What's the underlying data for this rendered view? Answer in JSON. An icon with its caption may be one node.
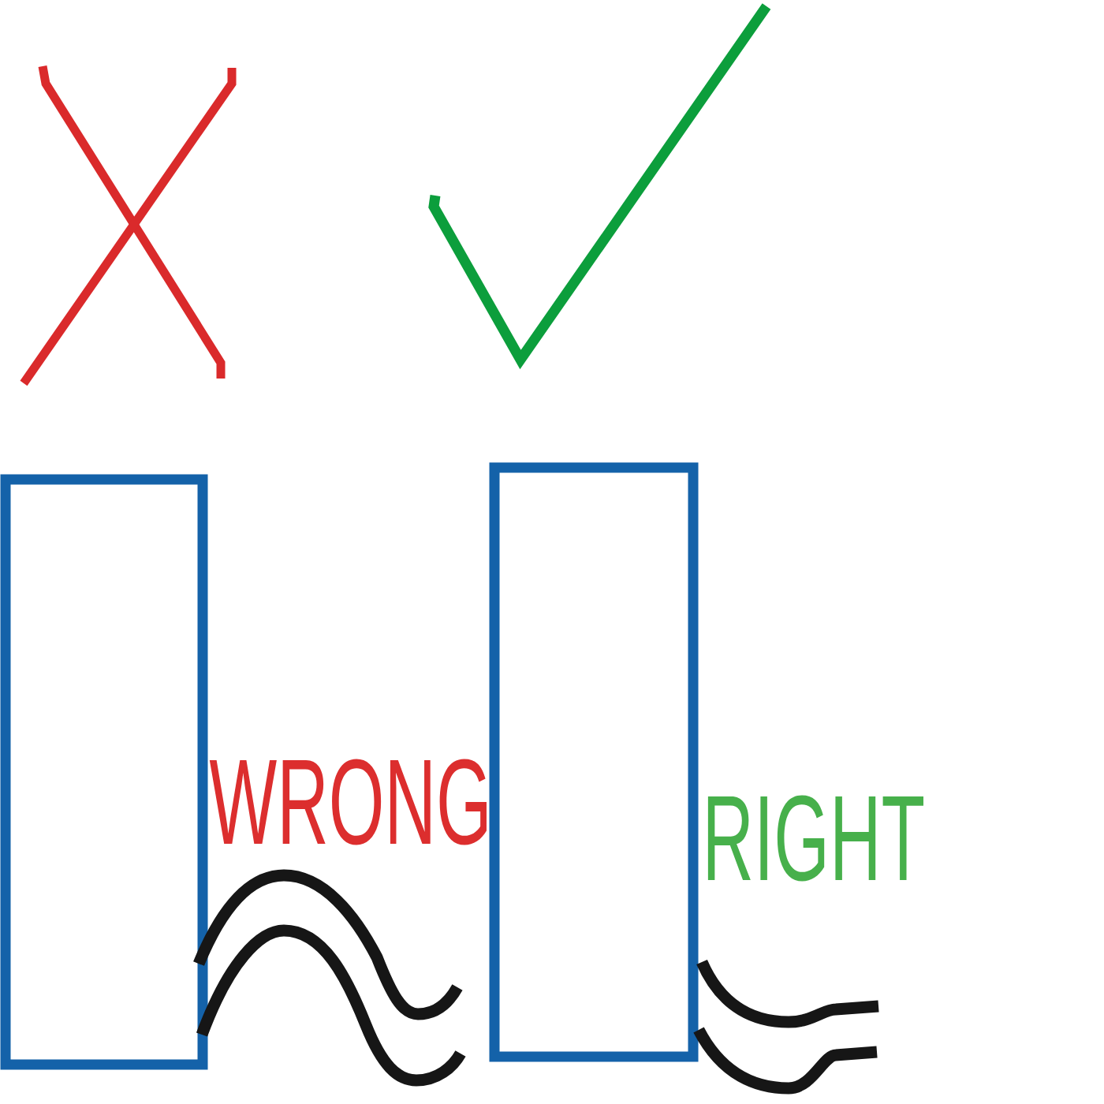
{
  "diagram": {
    "nodes": [
      {
        "text": [],
        "shape": "box"
      },
      {
        "text": [],
        "shape": "box"
      }
    ],
    "labels": [
      "WRONG",
      "RIGHT"
    ]
  }
}
